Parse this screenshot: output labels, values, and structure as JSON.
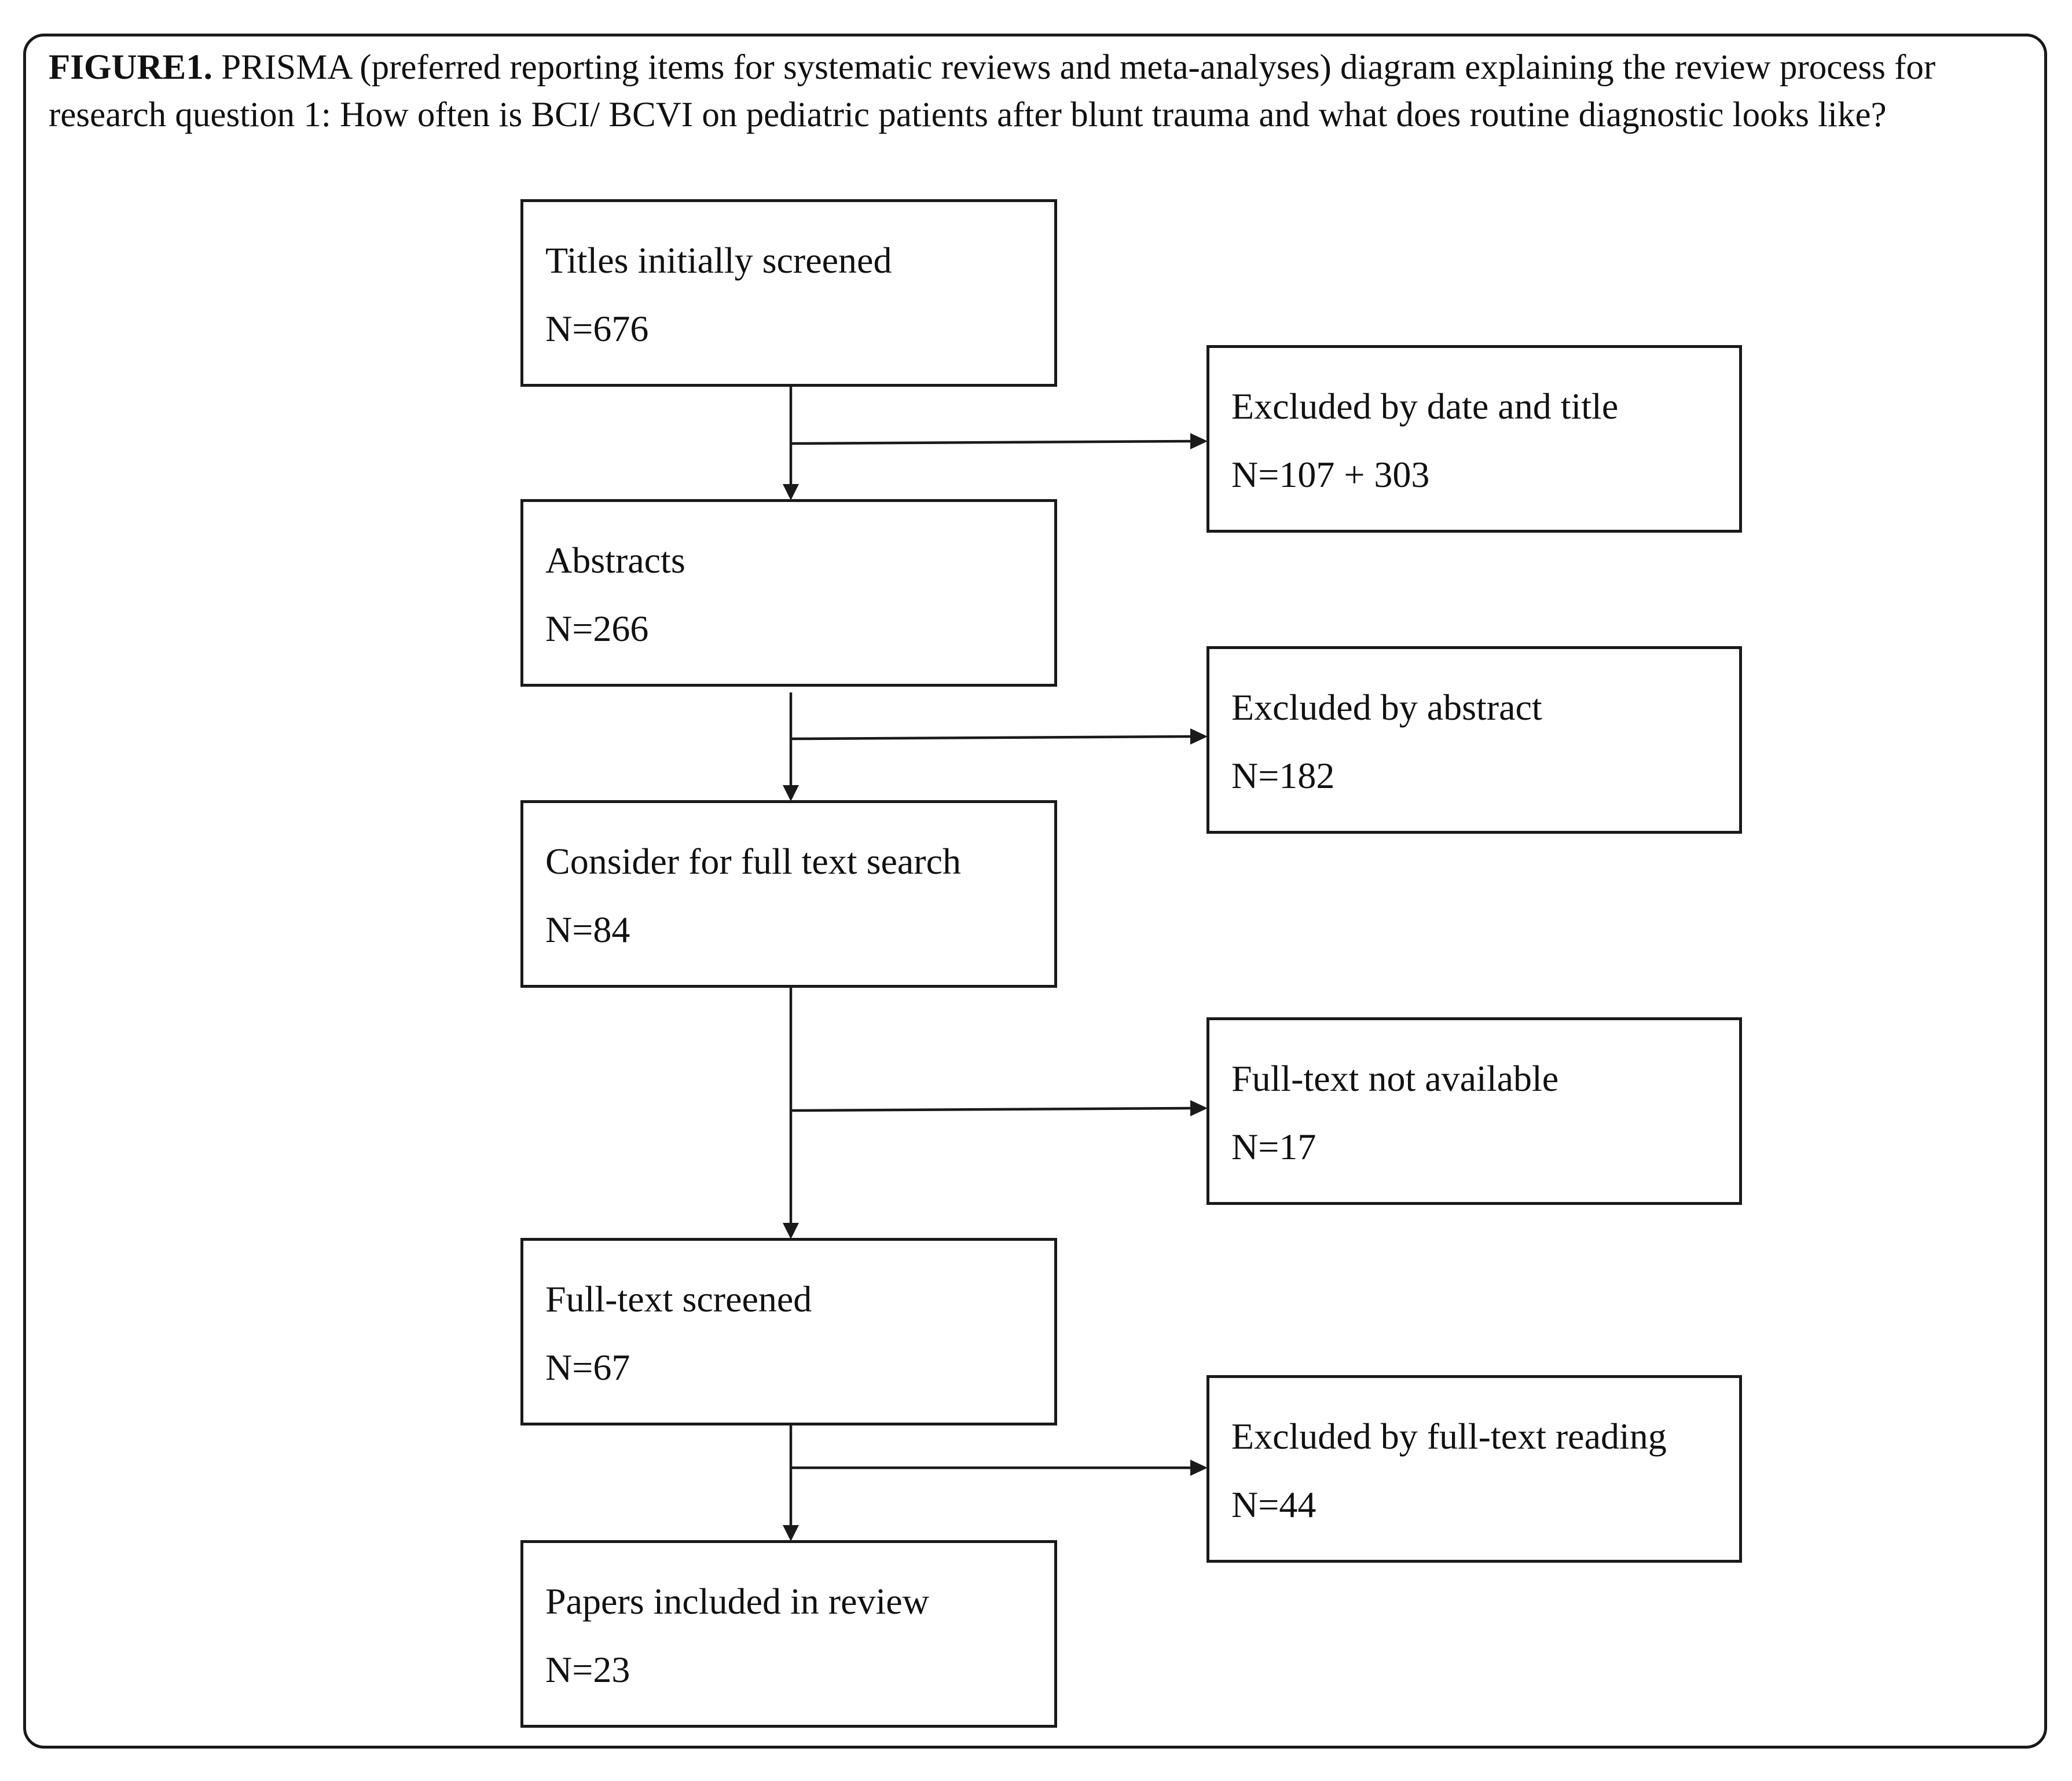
{
  "caption": {
    "lead": "FIGURE1.",
    "text": "PRISMA (preferred reporting items for systematic reviews and meta-analyses) diagram explaining the review process for research question 1: How often is BCI/ BCVI on pediatric patients after blunt trauma and what does routine diagnostic looks like?"
  },
  "flow": {
    "titles": {
      "label": "Titles initially screened",
      "count": "N=676"
    },
    "abstracts": {
      "label": "Abstracts",
      "count": "N=266"
    },
    "consider": {
      "label": "Consider for full text search",
      "count": "N=84"
    },
    "fulltext": {
      "label": "Full-text screened",
      "count": "N=67"
    },
    "included": {
      "label": "Papers included in review",
      "count": "N=23"
    }
  },
  "exclusions": {
    "date_title": {
      "label": "Excluded by date and title",
      "count": "N=107 + 303"
    },
    "abstract": {
      "label": "Excluded by abstract",
      "count": "N=182"
    },
    "not_available": {
      "label": "Full-text not available",
      "count": "N=17"
    },
    "fulltext_reading": {
      "label": "Excluded by full-text reading",
      "count": "N=44"
    }
  }
}
